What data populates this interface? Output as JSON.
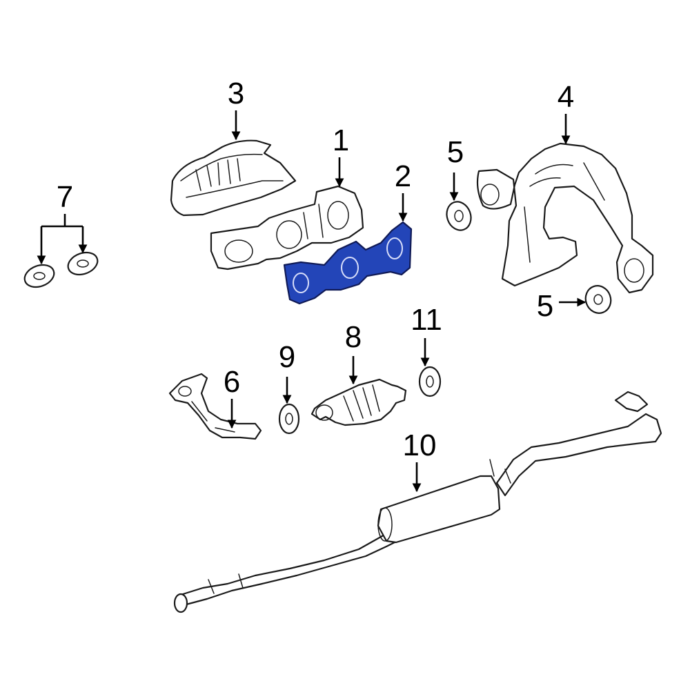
{
  "highlight_color": "#2345b8",
  "line_color": "#1a1a1a",
  "callouts": {
    "c1": "1",
    "c2": "2",
    "c3": "3",
    "c4": "4",
    "c5a": "5",
    "c5b": "5",
    "c6": "6",
    "c7": "7",
    "c8": "8",
    "c9": "9",
    "c10": "10",
    "c11": "11"
  }
}
